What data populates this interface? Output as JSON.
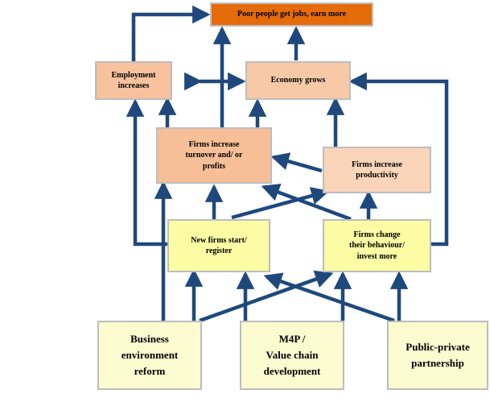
{
  "nodes": {
    "poor_people": {
      "label": "Poor people get jobs, earn more",
      "color": "#e56c0a"
    },
    "employment": {
      "label": "Employment\nincreases",
      "color": "#f7c29d"
    },
    "economy": {
      "label": "Economy grows",
      "color": "#f7c9a6"
    },
    "turnover": {
      "label": "Firms increase\nturnover and/ or\nprofits",
      "color": "#f7bf97"
    },
    "productivity": {
      "label": "Firms increase\nproductivity",
      "color": "#fad5ba"
    },
    "new_firms": {
      "label": "New firms start/\nregister",
      "color": "#fcfca4"
    },
    "firms_change": {
      "label": "Firms change\ntheir behaviour/\ninvest more",
      "color": "#fcfca4"
    },
    "business_reform": {
      "label": "Business\nenvironment\nreform",
      "color": "#fcfcd0"
    },
    "m4p": {
      "label": "M4P /\nValue chain\ndevelopment",
      "color": "#fcfcd0"
    },
    "ppp": {
      "label": "Public-private\npartnership",
      "color": "#fcfcd0"
    }
  },
  "arrow_color": "#1f497d"
}
